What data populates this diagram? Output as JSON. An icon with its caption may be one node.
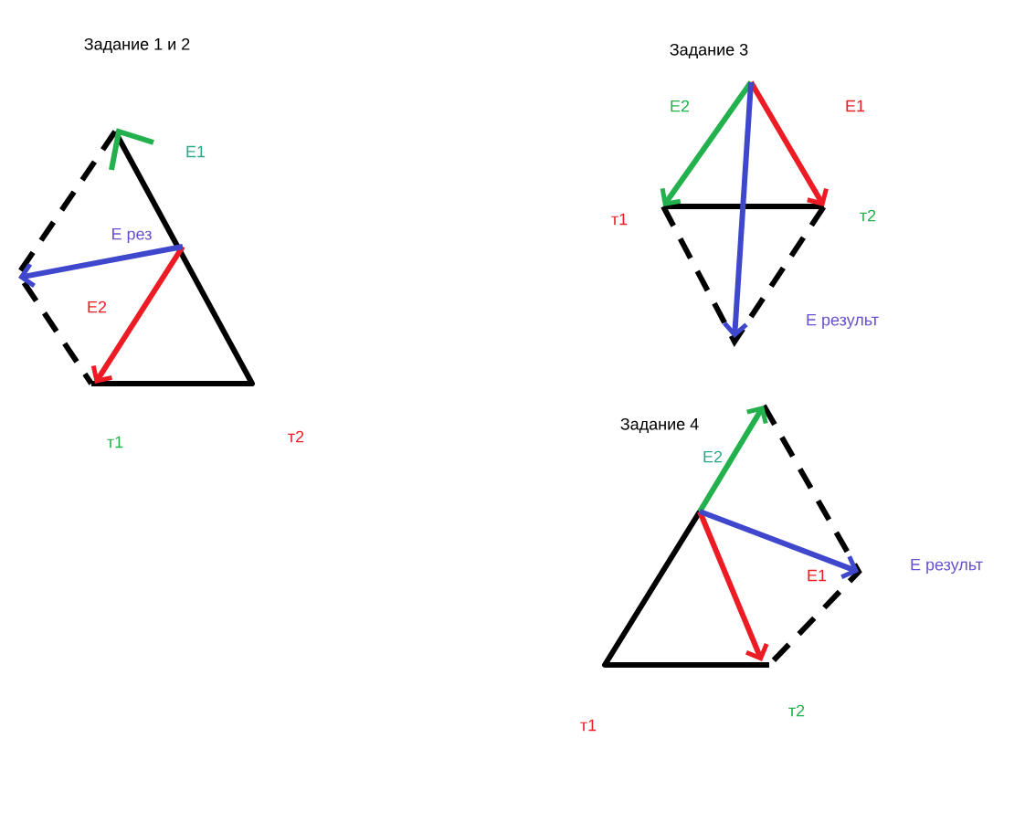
{
  "diagram": {
    "labels": [
      "Задание 1 и 2",
      "E1",
      "E рез",
      "E2",
      "т1",
      "т2",
      "Задание 3",
      "E2",
      "E1",
      "т1",
      "т2",
      "E результ",
      "Задание 4",
      "E2",
      "E1",
      "E результ",
      "т1",
      "т2"
    ]
  }
}
